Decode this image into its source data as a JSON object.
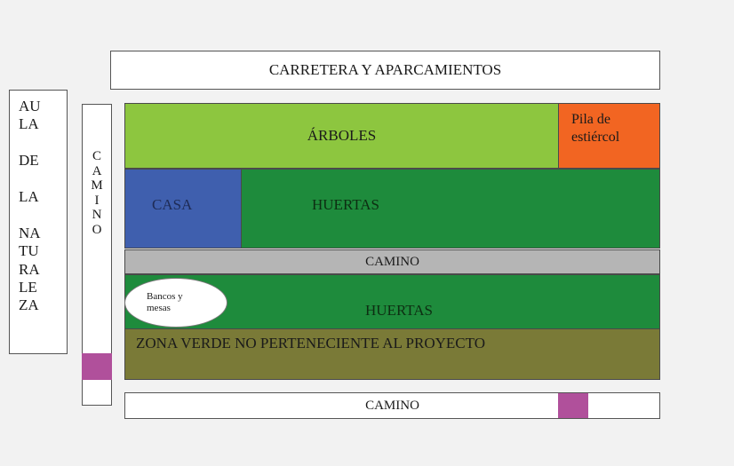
{
  "labels": {
    "carretera": "CARRETERA Y APARCAMIENTOS",
    "aula": "AU\nLA\n\nDE\n\nLA\n\nNA\nTU\nRA\nLE\nZA",
    "camino_vertical_letters": [
      "C",
      "A",
      "M",
      "I",
      "N",
      "O"
    ],
    "arboles": "ÁRBOLES",
    "pila": "Pila de estiércol",
    "casa": "CASA",
    "huertas_top": "HUERTAS",
    "camino_middle": "CAMINO",
    "bancos": "Bancos y mesas",
    "huertas_bottom": "HUERTAS",
    "zona_verde": "ZONA VERDE NO PERTENECIENTE AL PROYECTO",
    "camino_bottom": "CAMINO"
  },
  "colors": {
    "light_green": "#8dc63f",
    "dark_green": "#1e8b3c",
    "orange": "#f26522",
    "blue": "#3f5fae",
    "gray": "#b5b5b5",
    "olive": "#7a7a37",
    "purple": "#b0509b"
  }
}
